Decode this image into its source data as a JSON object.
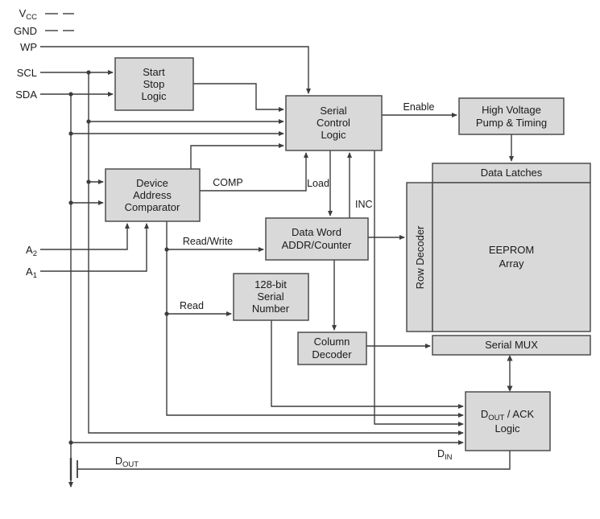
{
  "pins": {
    "vcc": {
      "main": "V",
      "sub": "CC"
    },
    "gnd": {
      "label": "GND"
    },
    "wp": {
      "label": "WP"
    },
    "scl": {
      "label": "SCL"
    },
    "sda": {
      "label": "SDA"
    },
    "a2": {
      "main": "A",
      "sub": "2"
    },
    "a1": {
      "main": "A",
      "sub": "1"
    }
  },
  "blocks": {
    "start_stop": {
      "lines": [
        "Start",
        "Stop",
        "Logic"
      ]
    },
    "serial_control": {
      "lines": [
        "Serial",
        "Control",
        "Logic"
      ]
    },
    "hv_pump": {
      "lines": [
        "High Voltage",
        "Pump & Timing"
      ]
    },
    "device_address": {
      "lines": [
        "Device",
        "Address",
        "Comparator"
      ]
    },
    "data_latches": {
      "label": "Data Latches"
    },
    "row_decoder": {
      "label": "Row Decoder"
    },
    "eeprom": {
      "lines": [
        "EEPROM",
        "Array"
      ]
    },
    "data_word": {
      "lines": [
        "Data Word",
        "ADDR/Counter"
      ]
    },
    "serial_number": {
      "lines": [
        "128-bit",
        "Serial",
        "Number"
      ]
    },
    "column_decoder": {
      "lines": [
        "Column",
        "Decoder"
      ]
    },
    "serial_mux": {
      "label": "Serial MUX"
    },
    "dout_ack": {
      "main": "D",
      "sub": "OUT",
      "rest": " / ACK",
      "line2": "Logic"
    }
  },
  "signals": {
    "enable": "Enable",
    "comp": "COMP",
    "load": "Load",
    "inc": "INC",
    "read_write": "Read/Write",
    "read": "Read",
    "din": {
      "main": "D",
      "sub": "IN"
    },
    "dout": {
      "main": "D",
      "sub": "OUT"
    }
  },
  "colors": {
    "block_fill": "#d9d9d9",
    "block_border": "#4d4d4d",
    "wire": "#3d3d3d",
    "text": "#1a1a1a",
    "background": "#ffffff"
  }
}
